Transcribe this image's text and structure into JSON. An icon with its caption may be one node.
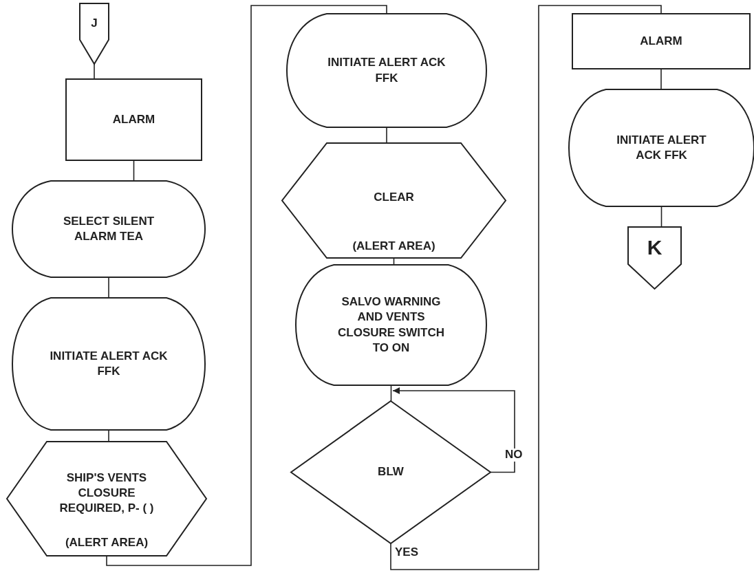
{
  "diagram": {
    "nodes": [
      {
        "text": [
          "J"
        ]
      },
      {
        "text": [
          "ALARM"
        ]
      },
      {
        "text": [
          "SELECT SILENT ALARM TEA"
        ]
      },
      {
        "text": [
          "INITIATE ALERT ACK FFK"
        ]
      },
      {
        "text": [
          "SHIP'S VENTS CLOSURE REQUIRED, P- ( )",
          "(ALERT AREA)"
        ]
      },
      {
        "text": [
          "INITIATE ALERT ACK FFK"
        ]
      },
      {
        "text": [
          "CLEAR",
          "(ALERT AREA)"
        ]
      },
      {
        "text": [
          "SALVO WARNING AND VENTS CLOSURE SWITCH TO ON"
        ]
      },
      {
        "text": [
          "BLW"
        ]
      },
      {
        "text": [
          "ALARM"
        ]
      },
      {
        "text": [
          "INITIATE ALERT ACK FFK"
        ]
      },
      {
        "text": [
          "K"
        ]
      }
    ],
    "edges": [
      {
        "from": 0,
        "to": 1,
        "arrow": "none"
      },
      {
        "from": 1,
        "to": 2,
        "arrow": "none"
      },
      {
        "from": 2,
        "to": 3,
        "arrow": "none"
      },
      {
        "from": 3,
        "to": 4,
        "arrow": "none"
      },
      {
        "from": 4,
        "to": 5,
        "arrow": "none"
      },
      {
        "from": 5,
        "to": 6,
        "arrow": "none"
      },
      {
        "from": 6,
        "to": 7,
        "arrow": "none"
      },
      {
        "from": 7,
        "to": 8,
        "arrow": "none"
      },
      {
        "from": 8,
        "to": 8,
        "label": "NO",
        "arrow": "to"
      },
      {
        "from": 8,
        "to": 9,
        "label": "YES",
        "arrow": "none"
      },
      {
        "from": 9,
        "to": 10,
        "arrow": "none"
      },
      {
        "from": 10,
        "to": 11,
        "arrow": "none"
      }
    ]
  }
}
